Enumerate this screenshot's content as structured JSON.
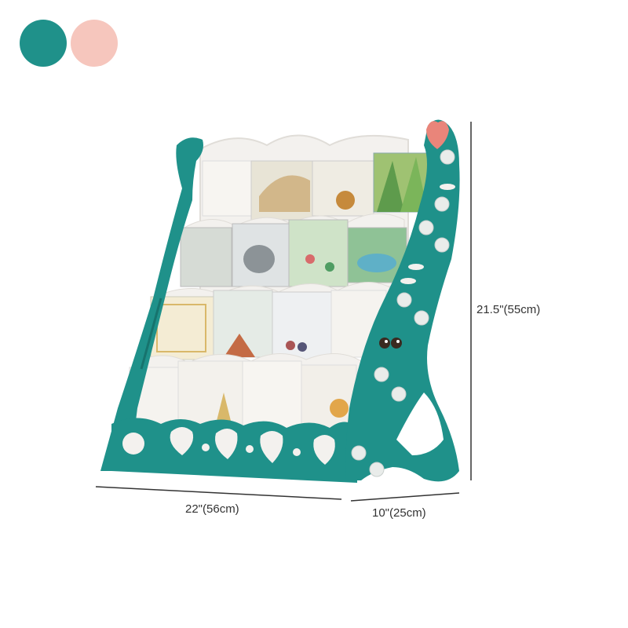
{
  "color_options": [
    {
      "name": "teal",
      "hex": "#1f918a"
    },
    {
      "name": "pink",
      "hex": "#f6c6bd"
    }
  ],
  "dimensions": {
    "height": "21.5\"(55cm)",
    "width": "22\"(56cm)",
    "depth": "10\"(25cm)"
  },
  "colors": {
    "frame_teal": "#1f918a",
    "frame_teal_dark": "#17736d",
    "shelf_white": "#f3f1ee",
    "heart_pink": "#e9857a"
  }
}
